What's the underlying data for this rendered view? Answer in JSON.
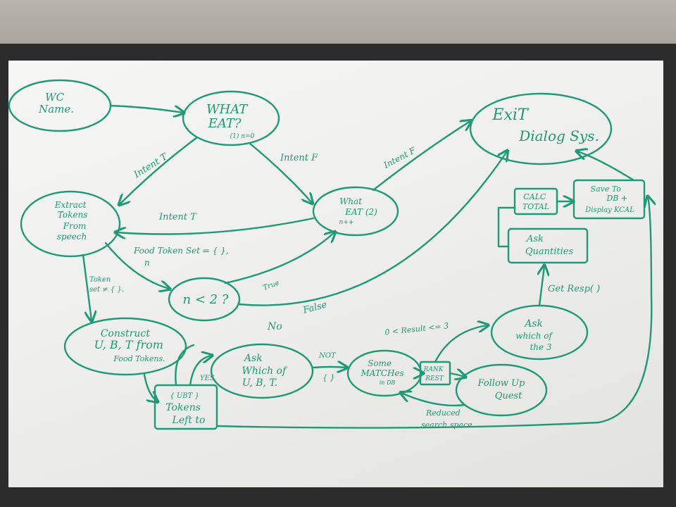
{
  "nodes": {
    "welcome": [
      "WC",
      "Name."
    ],
    "what_eat_1": [
      "WHAT",
      "EAT?",
      "(1)  n=0"
    ],
    "exit": [
      "ExiT",
      "Dialog Sys."
    ],
    "extract": [
      "Extract",
      "Tokens",
      "From",
      "speech"
    ],
    "what_eat_2": [
      "What",
      "EAT (2)",
      "n++"
    ],
    "n_less_2": "n < 2 ?",
    "construct": [
      "Construct",
      "U, B, T from",
      "Food Tokens."
    ],
    "ask_which": [
      "Ask",
      "Which of",
      "U, B, T."
    ],
    "tokens_left": [
      "{ UBT }",
      "Tokens",
      "Left to"
    ],
    "some_matches": [
      "Some",
      "MATCHes",
      "in DB"
    ],
    "rank_rest": [
      "RANK",
      "REST"
    ],
    "follow_up": [
      "Follow Up",
      "Quest"
    ],
    "ask_which3": [
      "Ask",
      "which of",
      "the 3"
    ],
    "calc_total": [
      "CALC",
      "TOTAL"
    ],
    "save_db": [
      "Save To",
      "DB +",
      "Display KCAL"
    ],
    "ask_quantities": [
      "Ask",
      "Quantities"
    ]
  },
  "edge_labels": {
    "intent_t_1": "Intent T",
    "intent_f_1": "Intent F",
    "intent_f_2": "Intent F",
    "intent_t_2": "Intent T",
    "food_token_set": "Food Token Set = { },",
    "n": "n",
    "token_set": "Token",
    "token_set2": "set ≠ { }.",
    "true": "True",
    "false": "False",
    "no": "No",
    "result": "0 < Result <= 3",
    "get_resp": "Get Resp( )",
    "yes": "YES",
    "not": "NOT",
    "empty": "{ }",
    "reduced": "Reduced",
    "search_space": "search space"
  },
  "colors": {
    "ink": "#1f9a78",
    "board": "#efefed",
    "frame": "#2c2c2c"
  }
}
